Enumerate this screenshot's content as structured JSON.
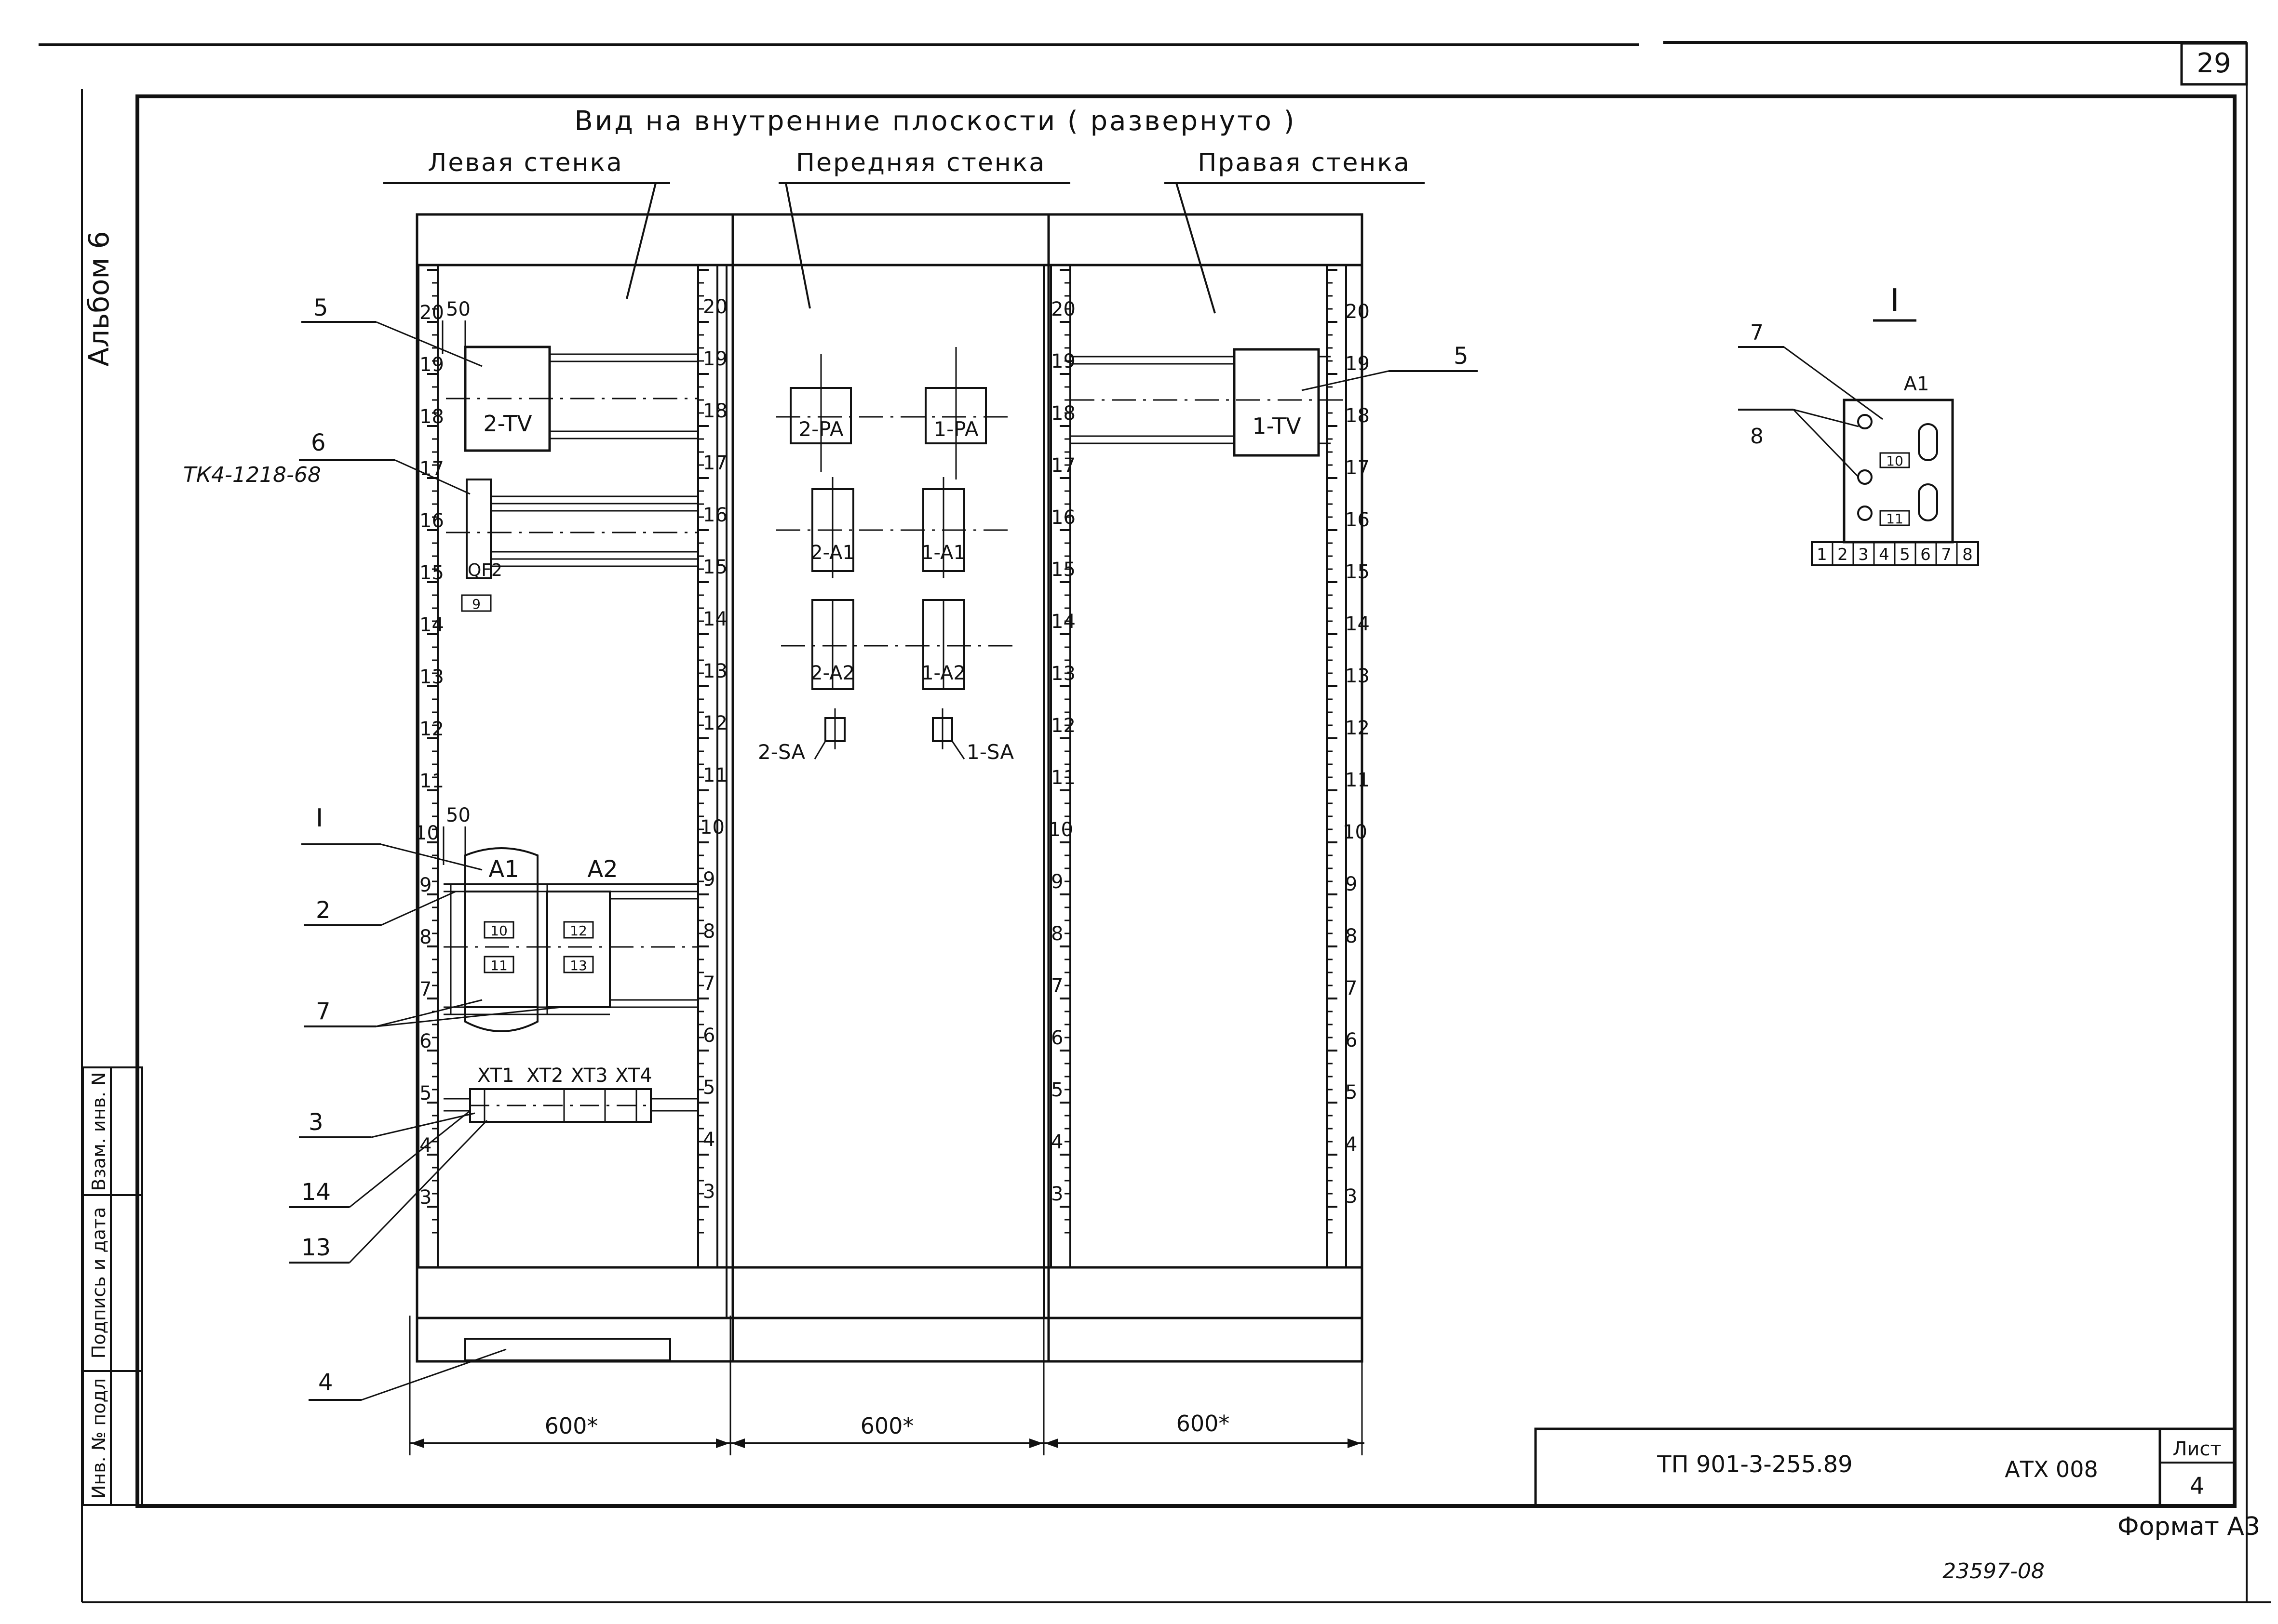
{
  "sheet": {
    "page_number": "29",
    "album": "Альбом 6",
    "main_title": "Вид на внутренние плоскости ( развернуто )",
    "walls": {
      "left": "Левая стенка",
      "front": "Передняя стенка",
      "right": "Правая стенка"
    },
    "scale_labels": [
      "20",
      "19",
      "18",
      "17",
      "16",
      "15",
      "14",
      "13",
      "12",
      "11",
      "10",
      "9",
      "8",
      "7",
      "6",
      "5",
      "4",
      "3"
    ],
    "dimension_50": "50",
    "dimension_50b": "50",
    "width_labels": [
      "600*",
      "600*",
      "600*"
    ]
  },
  "left_wall": {
    "device_2tv": "2-TV",
    "callout_5": "5",
    "callout_6": "6",
    "part_ref": "ТК4-1218-68",
    "device_qf2": "QF2",
    "device_9": "9",
    "callout_I": "I",
    "callout_2": "2",
    "callout_7": "7",
    "callout_3": "3",
    "callout_14": "14",
    "callout_13": "13",
    "callout_4": "4",
    "block_a1": "A1",
    "block_a2": "A2",
    "box_10": "10",
    "box_11": "11",
    "box_12": "12",
    "box_13": "13",
    "xt1": "XT1",
    "xt2": "XT2",
    "xt3": "XT3",
    "xt4": "XT4"
  },
  "front_wall": {
    "pa2": "2-PA",
    "pa1": "1-PA",
    "a1_2": "2-A1",
    "a1_1": "1-A1",
    "a2_2": "2-A2",
    "a2_1": "1-A2",
    "sa2": "2-SA",
    "sa1": "1-SA"
  },
  "right_wall": {
    "device_1tv": "1-TV",
    "callout_5": "5"
  },
  "detail_I": {
    "title": "I",
    "callout_7": "7",
    "callout_8": "8",
    "label_a1": "A1",
    "box_10": "10",
    "box_11": "11",
    "terminals": [
      "1",
      "2",
      "3",
      "4",
      "5",
      "6",
      "7",
      "8"
    ]
  },
  "side_stamp": {
    "inv_podl": "Инв. № подл",
    "podpis": "Подпись и дата",
    "vzam": "Взам. инв. N"
  },
  "title_block": {
    "doc_code": "ТП 901-3-255.89",
    "drawing_code": "АТХ 008",
    "sheet_label": "Лист",
    "sheet_no": "4",
    "format": "Формат А3",
    "archive_no": "23597-08"
  }
}
